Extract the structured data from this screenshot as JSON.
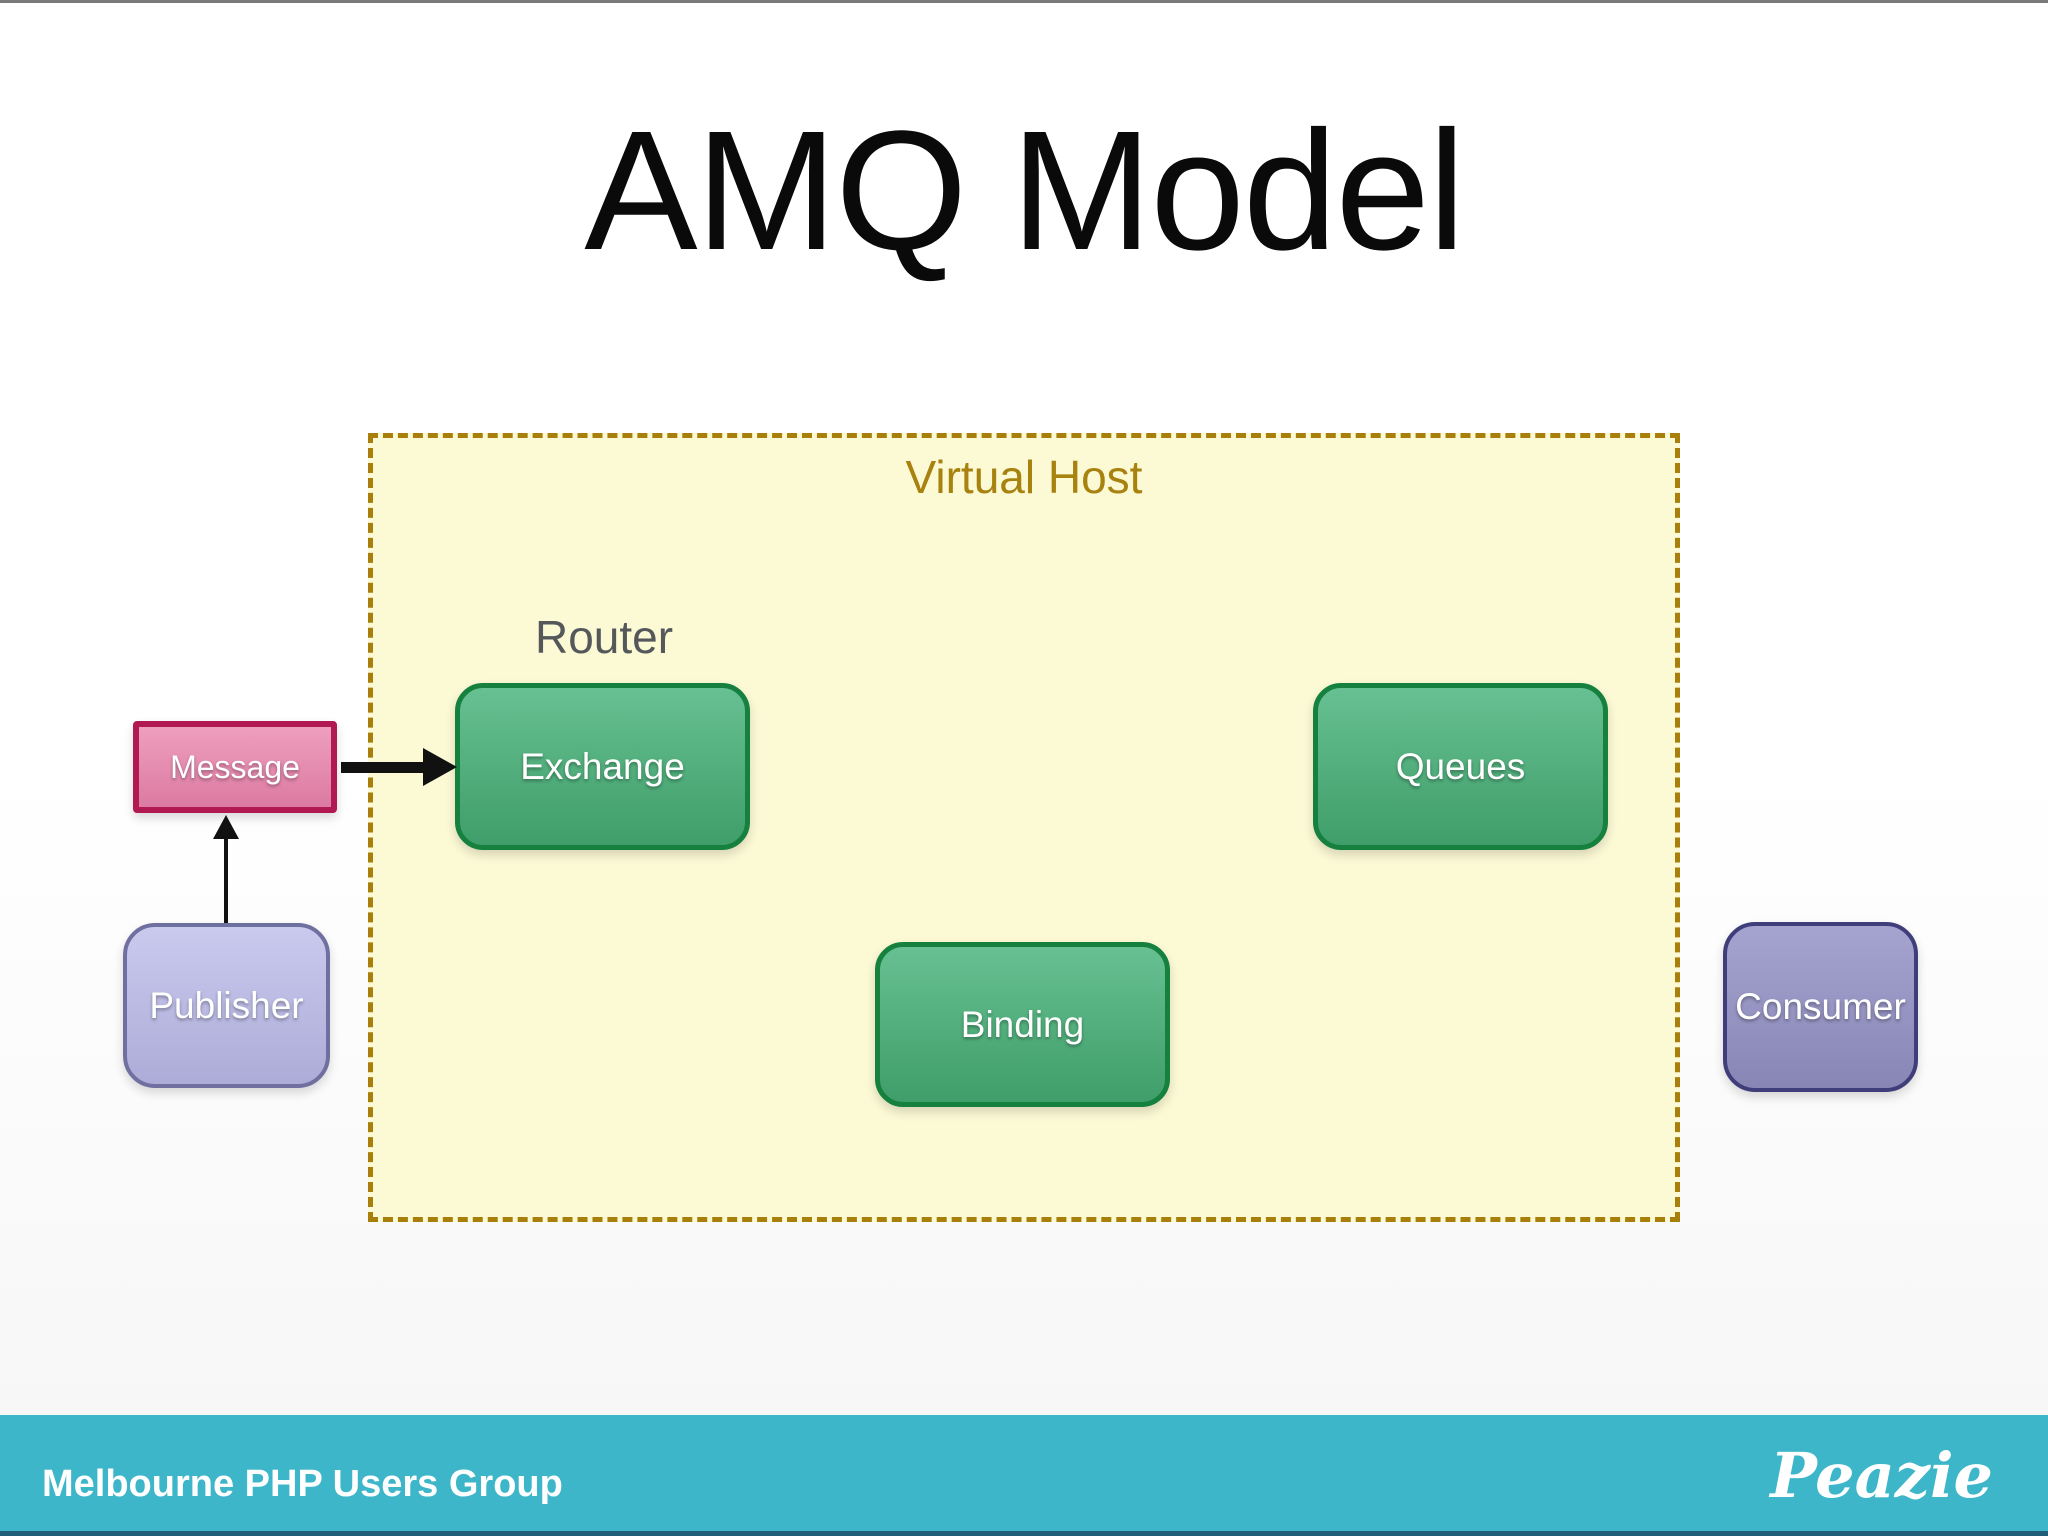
{
  "title": "AMQ Model",
  "virtual_host_label": "Virtual Host",
  "router_label": "Router",
  "nodes": {
    "message": "Message",
    "publisher": "Publisher",
    "exchange": "Exchange",
    "queues": "Queues",
    "binding": "Binding",
    "consumer": "Consumer"
  },
  "footer": {
    "left": "Melbourne PHP Users Group",
    "brand": "Peazie"
  },
  "colors": {
    "title_color": "#0a0a0a",
    "arrow_color": "#111111",
    "virtual_host_fill": "#fcf9d5",
    "virtual_host_border": "#a87f0b",
    "virtual_host_label_color": "#a8820f",
    "router_label_color": "#54585a",
    "green_fill_top": "#67c092",
    "green_fill_bottom": "#3f9e69",
    "green_border": "#16803e",
    "pink_fill_top": "#ee9fbd",
    "pink_fill_bottom": "#dc7aa2",
    "pink_border": "#b01951",
    "lavender_fill_top": "#cac9ee",
    "lavender_fill_bottom": "#adacd8",
    "lavender_border": "#6f6fa0",
    "purple_fill_top": "#a5a3cf",
    "purple_fill_bottom": "#8886b5",
    "purple_border": "#403e7a",
    "footer_teal": "#3eb6c9",
    "footer_navy": "#1f5d79"
  }
}
